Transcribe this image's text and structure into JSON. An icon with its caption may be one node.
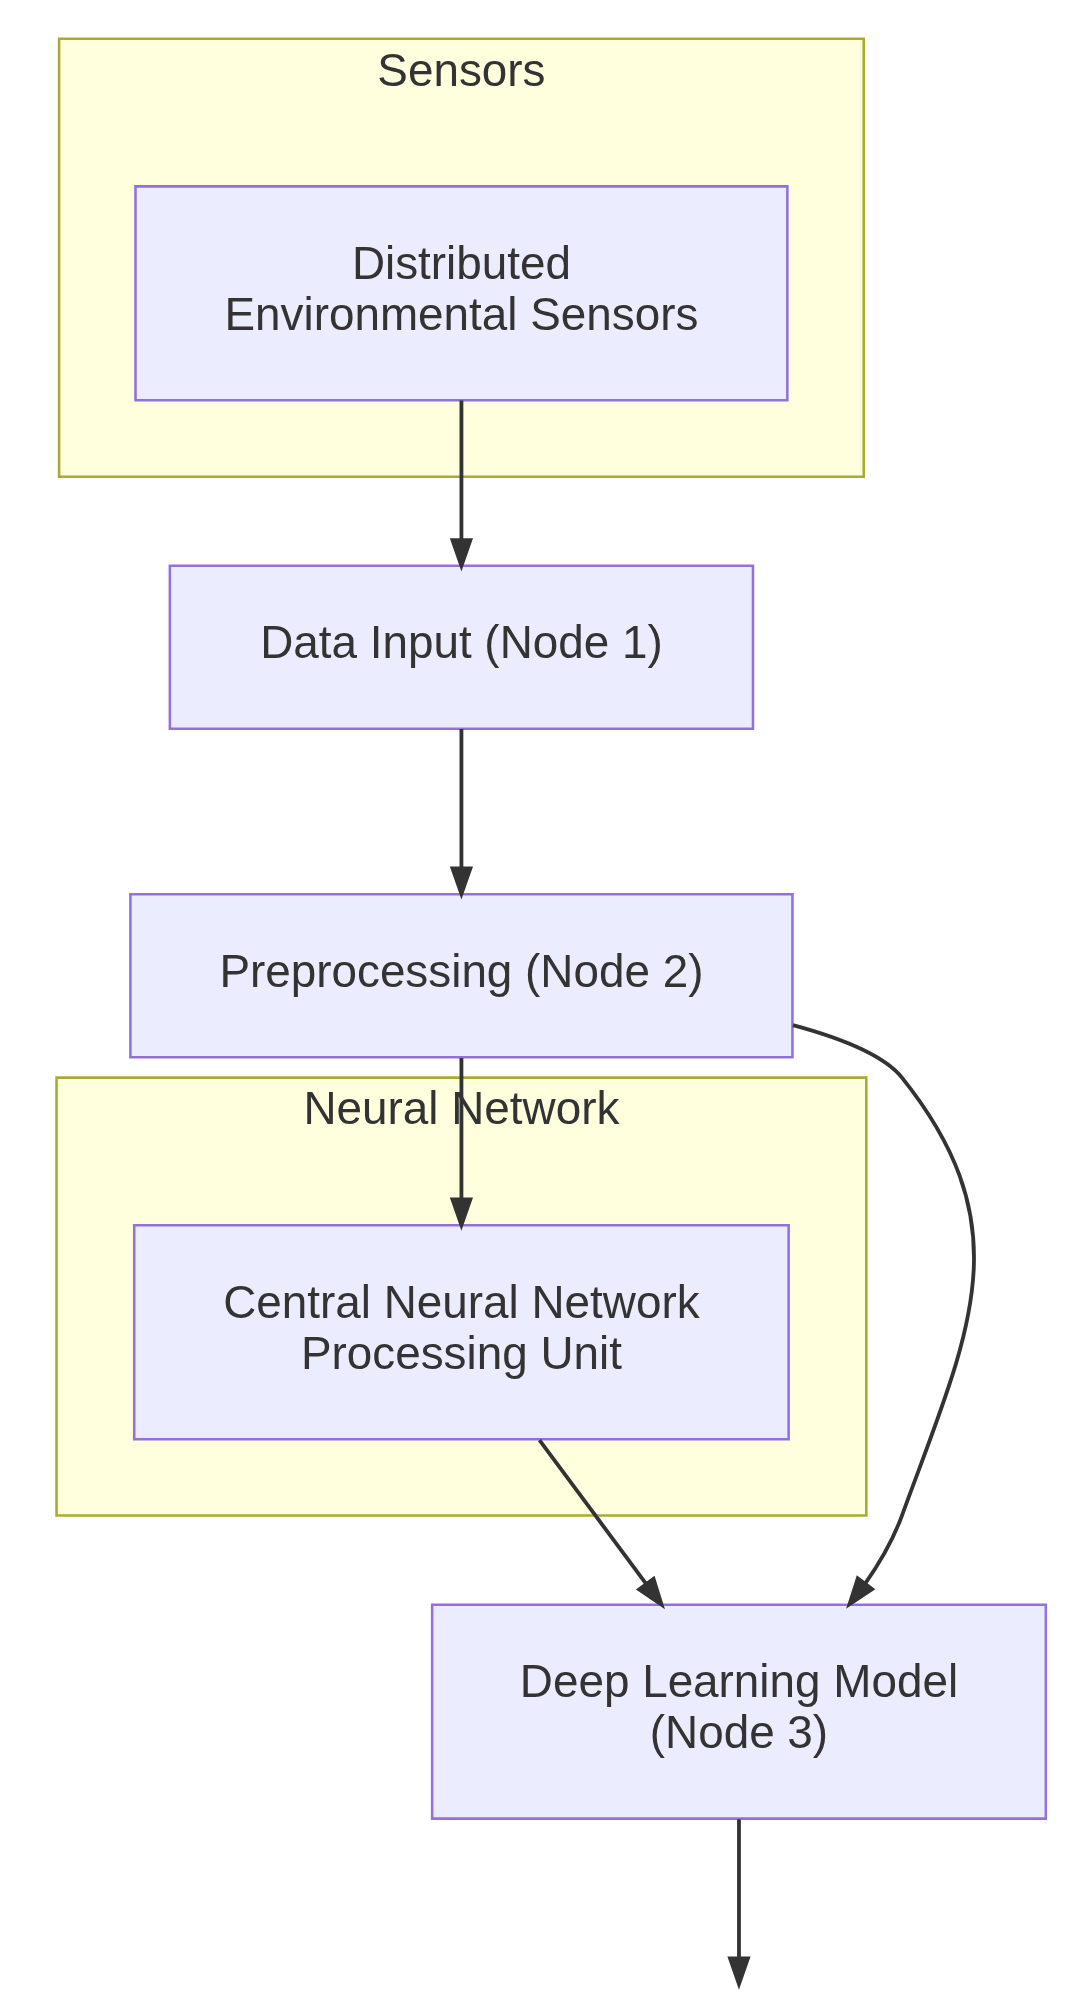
{
  "diagram": {
    "nodes": [
      {
        "text": [
          "Sensors"
        ]
      },
      {
        "text": [
          "Distributed Environmental Sensors"
        ],
        "in": 0
      },
      {
        "text": [
          "Data Input (Node 1)"
        ]
      },
      {
        "text": [
          "Preprocessing (Node 2)"
        ]
      },
      {
        "text": [
          "Neural Network"
        ]
      },
      {
        "text": [
          "Central Neural Network Processing Unit"
        ],
        "in": 4
      },
      {
        "text": [
          "Deep Learning Model (Node 3)"
        ]
      }
    ],
    "edges": [
      {
        "from": 1,
        "to": 2,
        "arrow": "to"
      },
      {
        "from": 2,
        "to": 3,
        "arrow": "to"
      },
      {
        "from": 3,
        "to": 6,
        "arrow": "to"
      },
      {
        "from": 3,
        "to": 5,
        "arrow": "to"
      },
      {
        "from": 5,
        "to": 6,
        "arrow": "to"
      },
      {
        "from": 6,
        "to": null,
        "arrow": "to"
      }
    ]
  }
}
